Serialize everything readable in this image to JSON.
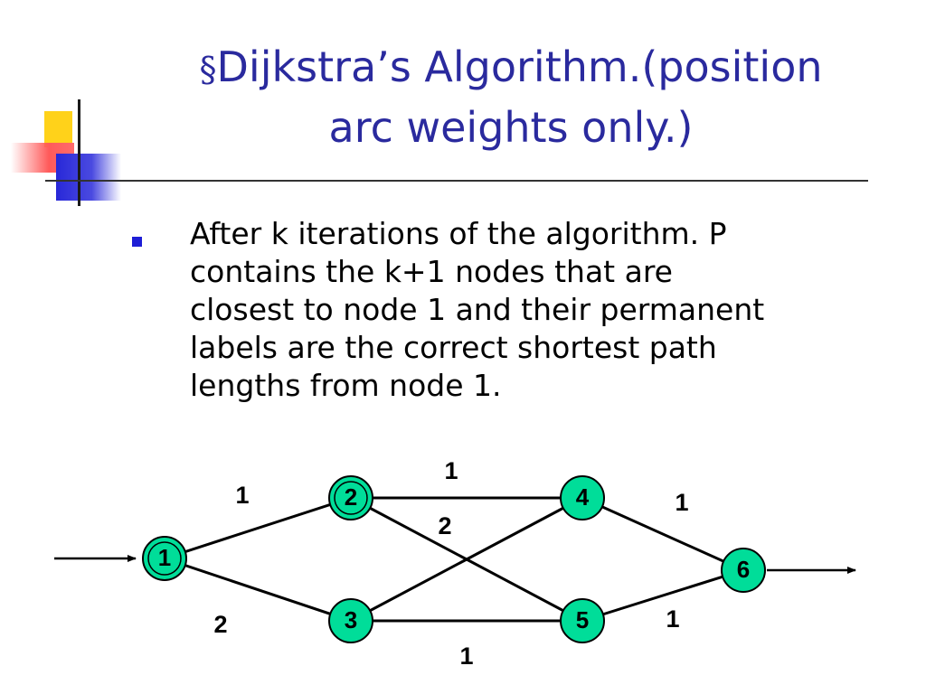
{
  "slide": {
    "title_symbol": "§",
    "title_line1": "Dijkstra’s Algorithm.(position",
    "title_line2": "arc weights only.)",
    "bullet_lines": [
      "After k iterations of the algorithm. P",
      "contains the k+1 nodes that are",
      "closest to node 1 and their permanent",
      "labels are the correct shortest path",
      "lengths from node 1."
    ]
  },
  "graph": {
    "node_fill": "#00dd99",
    "edge_color": "#000000",
    "nodes": [
      {
        "id": "1",
        "label": "1",
        "double_ring": true
      },
      {
        "id": "2",
        "label": "2",
        "double_ring": true
      },
      {
        "id": "3",
        "label": "3",
        "double_ring": false
      },
      {
        "id": "4",
        "label": "4",
        "double_ring": false
      },
      {
        "id": "5",
        "label": "5",
        "double_ring": false
      },
      {
        "id": "6",
        "label": "6",
        "double_ring": false
      }
    ],
    "edges": [
      {
        "from": "1",
        "to": "2",
        "weight": "1"
      },
      {
        "from": "1",
        "to": "3",
        "weight": "2"
      },
      {
        "from": "2",
        "to": "4",
        "weight": "1"
      },
      {
        "from": "2",
        "to": "5",
        "weight": "2"
      },
      {
        "from": "3",
        "to": "4",
        "weight": ""
      },
      {
        "from": "3",
        "to": "5",
        "weight": "1"
      },
      {
        "from": "4",
        "to": "6",
        "weight": "1"
      },
      {
        "from": "5",
        "to": "6",
        "weight": "1"
      }
    ]
  }
}
